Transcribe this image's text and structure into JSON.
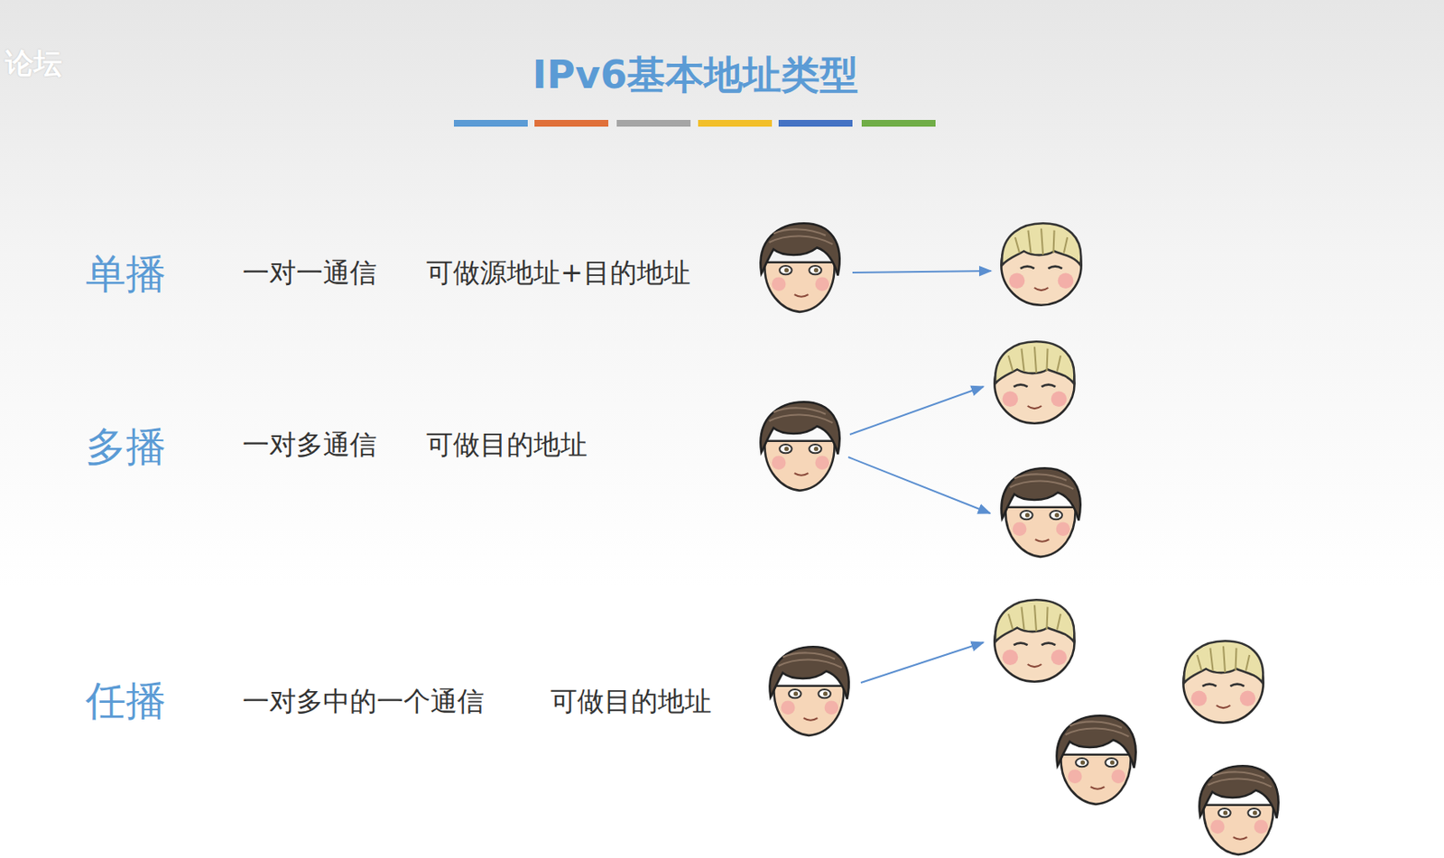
{
  "diagram": {
    "title": "IPv6基本地址类型",
    "labels": [
      "论坛",
      "单播",
      "一对一通信",
      "可做源地址+目的地址",
      "多播",
      "一对多通信",
      "可做目的地址",
      "任播",
      "一对多中的一个通信",
      "可做目的地址"
    ]
  }
}
